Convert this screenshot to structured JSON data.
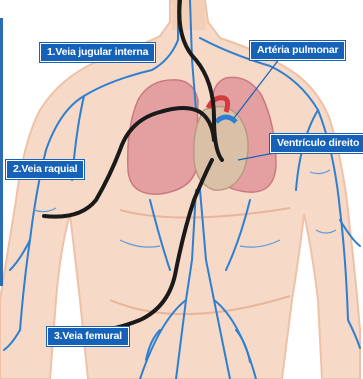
{
  "labels": {
    "jugular": "1.Veia jugular interna",
    "pulmonar": "Artéria pulmonar",
    "ventriculo": "Ventrículo direito",
    "raquial": "2.Veia raquial",
    "femural": "3.Veia femural"
  },
  "colors": {
    "skin": "#f6d9c6",
    "skin_edge": "#eec2a8",
    "lung": "#e49fa0",
    "lung_dark": "#c97a80",
    "heart": "#d9c0a6",
    "vein": "#2f7fd1",
    "catheter": "#1a1a1a",
    "label_bg": "#1662b8",
    "label_text": "#ffffff"
  }
}
